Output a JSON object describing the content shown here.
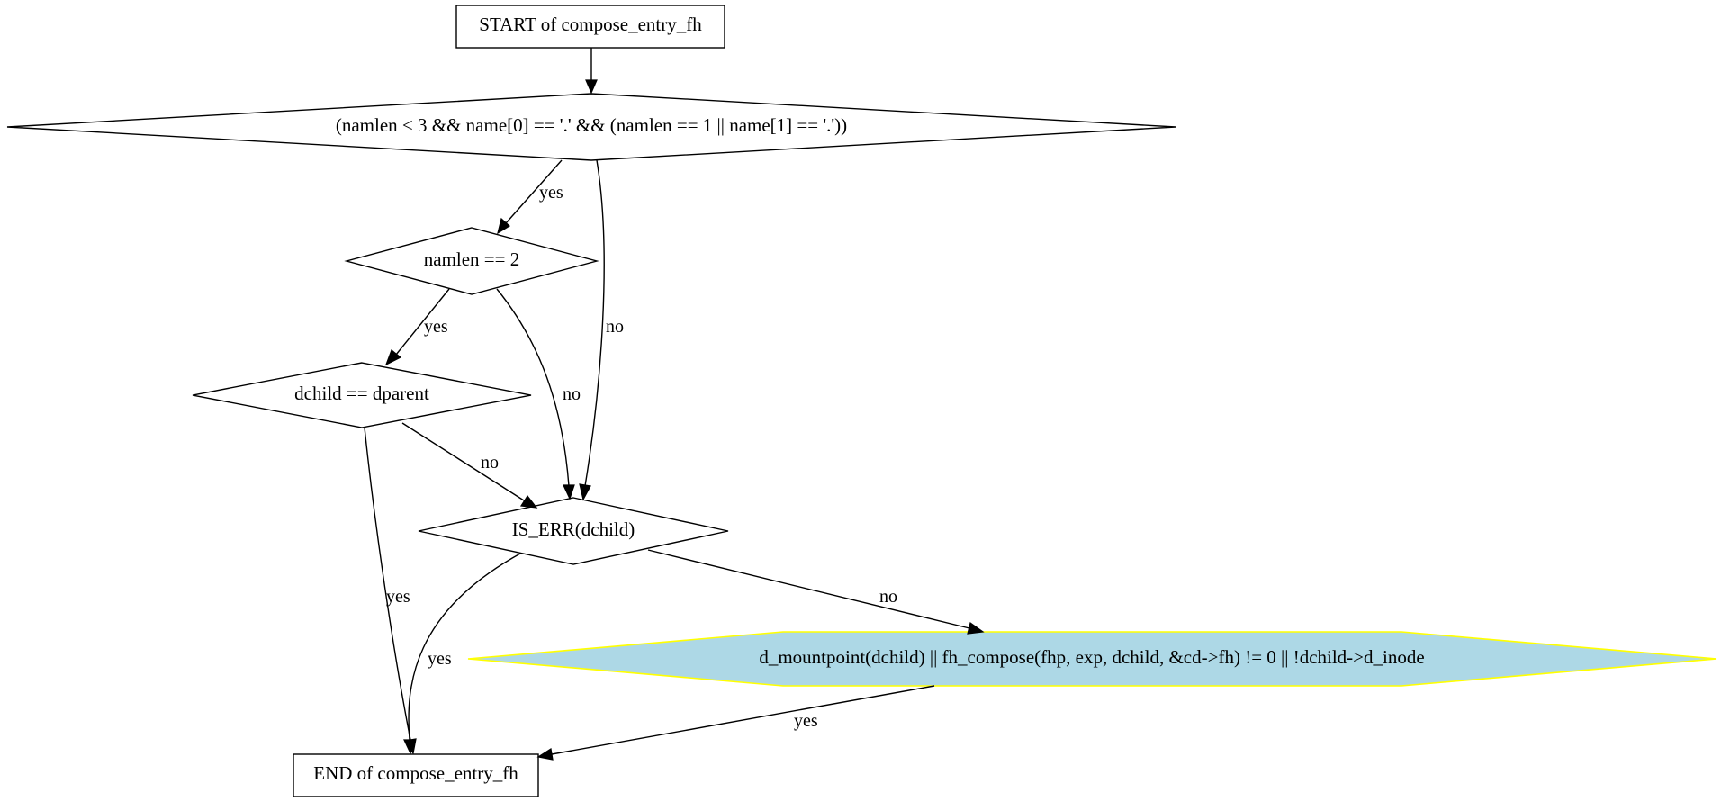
{
  "diagram": {
    "nodes": {
      "start": "START of compose_entry_fh",
      "cond_dot": "(namlen < 3 && name[0] == '.' && (namlen == 1 || name[1] == '.'))",
      "cond_namlen2": "namlen == 2",
      "cond_dchild_dparent": "dchild == dparent",
      "cond_is_err": "IS_ERR(dchild)",
      "cond_mountpoint": "d_mountpoint(dchild) || fh_compose(fhp, exp, dchild, &cd->fh) != 0 || !dchild->d_inode",
      "end": "END of compose_entry_fh"
    },
    "edges": {
      "dot_yes": "yes",
      "dot_no": "no",
      "namlen2_yes": "yes",
      "namlen2_no": "no",
      "dchild_no": "no",
      "dchild_yes": "yes",
      "is_err_yes": "yes",
      "is_err_no": "no",
      "mountpoint_yes": "yes"
    },
    "colors": {
      "highlight_fill": "#add8e6",
      "highlight_stroke": "#ffff00"
    }
  }
}
